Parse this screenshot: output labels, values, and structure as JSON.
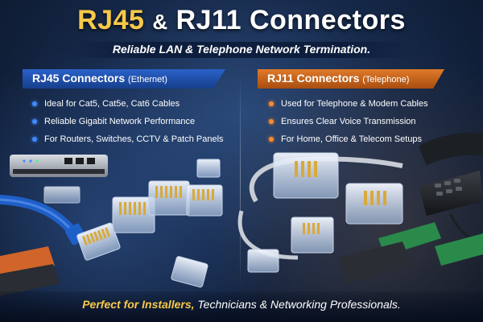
{
  "title": {
    "part1": "RJ45",
    "amp": "&",
    "part2": "RJ11 Connectors"
  },
  "subtitle": "Reliable LAN & Telephone Network Termination.",
  "left": {
    "heading": "RJ45 Connectors",
    "heading_sub": "(Ethernet)",
    "bullets": [
      "Ideal for Cat5, Cat5e, Cat6 Cables",
      "Reliable Gigabit Network Performance",
      "For Routers, Switches, CCTV & Patch Panels"
    ]
  },
  "right": {
    "heading": "RJ11 Connectors",
    "heading_sub": "(Telephone)",
    "bullets": [
      "Used for Telephone & Modem Cables",
      "Ensures Clear Voice Transmission",
      "For Home, Office & Telecom Setups"
    ]
  },
  "footer": {
    "highlight": "Perfect for Installers,",
    "rest": "Technicians & Networking Professionals."
  },
  "colors": {
    "accent_gold": "#f7c948",
    "ethernet_blue": "#2a62c9",
    "telephone_orange": "#e07a2a",
    "background": "#16294a"
  },
  "icons": [
    "router-icon",
    "ethernet-cable-icon",
    "rj45-connector-icon",
    "rj11-connector-icon",
    "telephone-icon",
    "crimping-tool-icon"
  ]
}
